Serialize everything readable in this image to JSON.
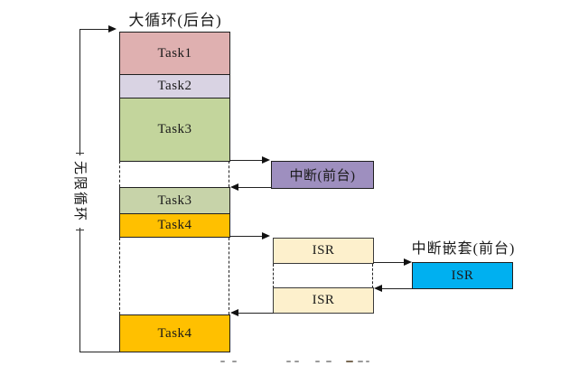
{
  "title": "大循环(后台)",
  "loop_label": "无限循环",
  "colors": {
    "task1": "#dfb0b0",
    "task2": "#d9d3e3",
    "task3_first": "#c3d59c",
    "task3_second": "#c7d3a9",
    "task4": "#ffc000",
    "interrupt": "#9e8fbf",
    "isr": "#fdf0cc",
    "nested_isr": "#00b0f0"
  },
  "background_column": {
    "tasks": [
      {
        "label": "Task1"
      },
      {
        "label": "Task2"
      },
      {
        "label": "Task3"
      },
      {
        "label": "Task3"
      },
      {
        "label": "Task4"
      },
      {
        "label": "Task4"
      }
    ]
  },
  "foreground": {
    "interrupt_label": "中断(前台)",
    "isr_first": "ISR",
    "isr_second": "ISR",
    "nested_title": "中断嵌套(前台)",
    "nested_isr_label": "ISR"
  }
}
